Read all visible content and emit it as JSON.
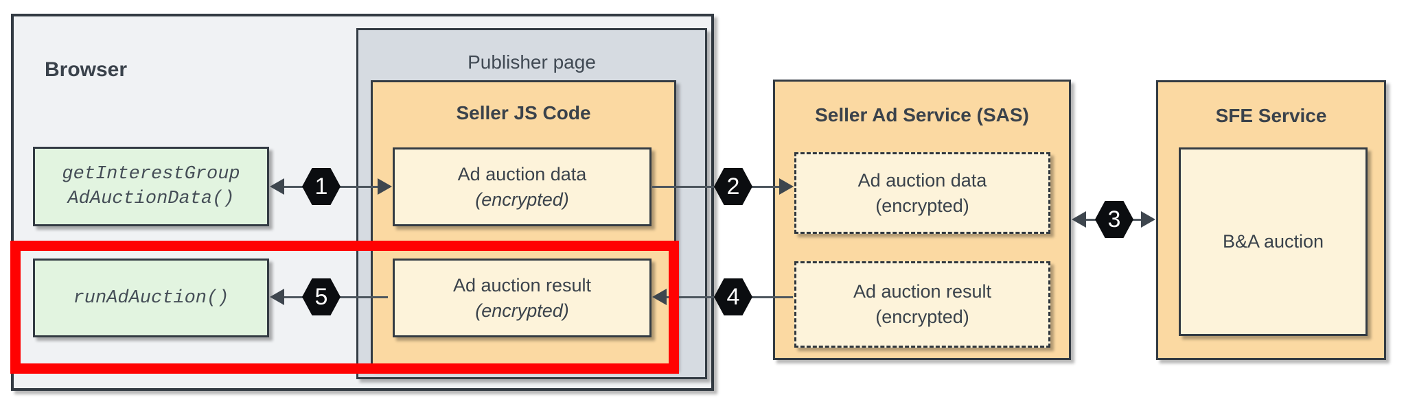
{
  "browser": {
    "title": "Browser",
    "get_interest_group_box": {
      "line1": "getInterestGroup",
      "line2": "AdAuctionData()"
    },
    "run_ad_auction_box": {
      "label": "runAdAuction()"
    }
  },
  "publisher": {
    "title": "Publisher page"
  },
  "seller_js": {
    "title": "Seller JS Code",
    "ad_auction_data": {
      "line1": "Ad auction data",
      "line2": "(encrypted)"
    },
    "ad_auction_result": {
      "line1": "Ad auction result",
      "line2": "(encrypted)"
    }
  },
  "sas": {
    "title": "Seller Ad Service (SAS)",
    "ad_auction_data": {
      "line1": "Ad auction data",
      "line2": "(encrypted)"
    },
    "ad_auction_result": {
      "line1": "Ad auction result",
      "line2": "(encrypted)"
    }
  },
  "sfe": {
    "title": "SFE Service",
    "ba_auction_label": "B&A auction"
  },
  "steps": [
    "1",
    "2",
    "3",
    "4",
    "5"
  ],
  "colors": {
    "orange": "#fbd9a2",
    "cream": "#fdf3da",
    "green": "#e2f4e0",
    "publisher_gray": "#d6dbe1",
    "browser_gray": "#f0f2f4",
    "border_dark": "#333b43",
    "text_dark": "#3a424b",
    "highlight_red": "#ff0202",
    "hexagon_black": "#0b0d10",
    "connector_gray": "#4d565e"
  }
}
